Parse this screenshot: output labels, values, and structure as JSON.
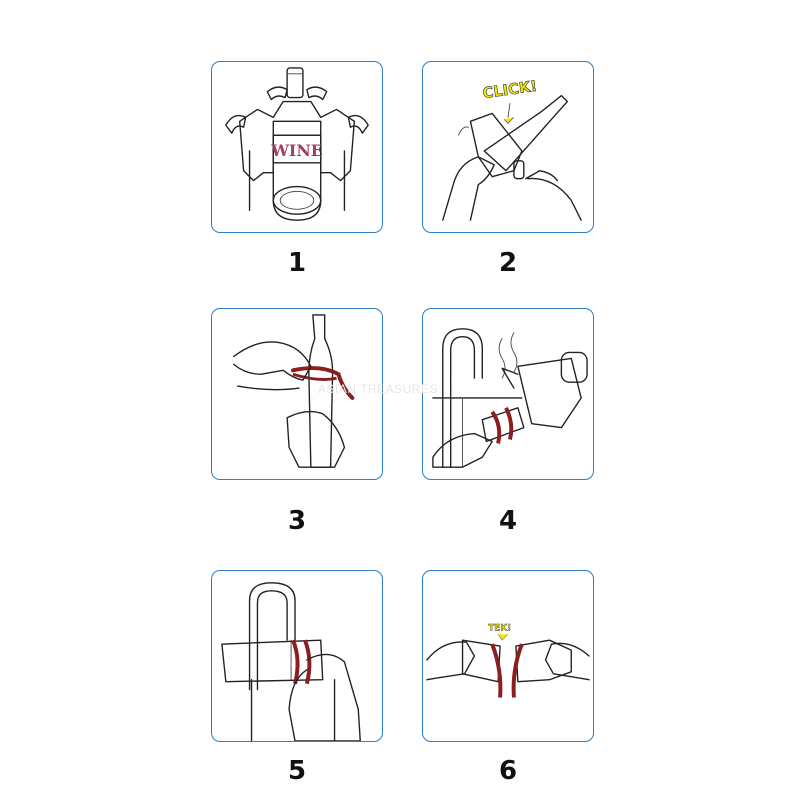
{
  "steps": [
    {
      "number": "1",
      "bottle_label": "WINE",
      "icon": "bottle-cutter-icon"
    },
    {
      "number": "2",
      "sound_text": "CLICK!",
      "icon": "scoring-bottle-icon"
    },
    {
      "number": "3",
      "icon": "rubber-band-icon"
    },
    {
      "number": "4",
      "icon": "hot-water-icon"
    },
    {
      "number": "5",
      "icon": "cold-water-icon"
    },
    {
      "number": "6",
      "sound_text": "TEK!",
      "icon": "separate-bottle-icon"
    }
  ],
  "watermark": "ASIAN TREASURES",
  "colors": {
    "border": "#2f7fc1",
    "cutter_green": "#8fd14f",
    "clamp_blue": "#3a7fc4",
    "band_red": "#8b1e1e",
    "sound_yellow": "#f2e600"
  }
}
